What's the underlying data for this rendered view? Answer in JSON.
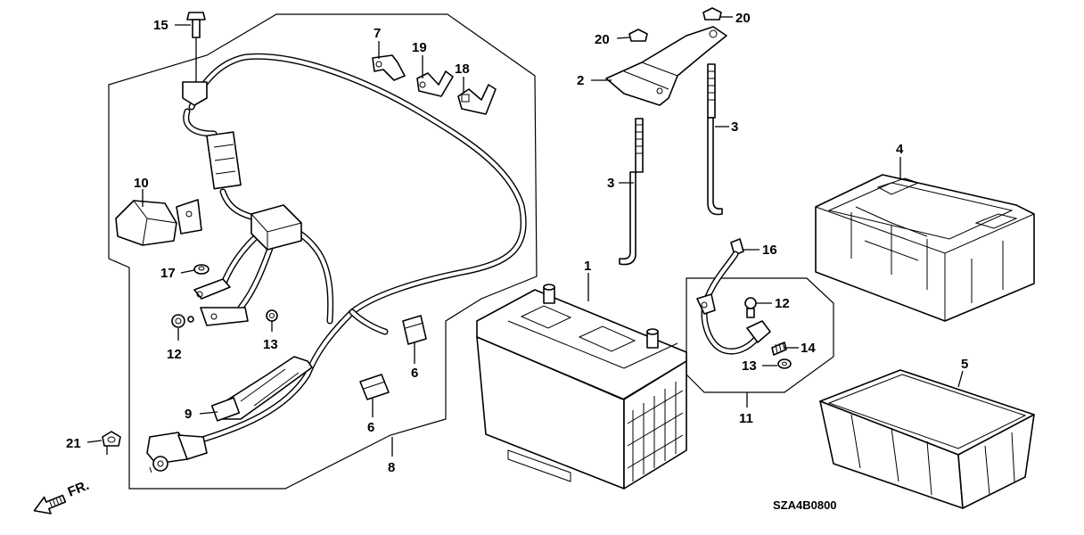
{
  "diagram": {
    "callouts": {
      "p1": "1",
      "p2": "2",
      "p3a": "3",
      "p3b": "3",
      "p4": "4",
      "p5": "5",
      "p6a": "6",
      "p6b": "6",
      "p7": "7",
      "p8": "8",
      "p9": "9",
      "p10": "10",
      "p11": "11",
      "p12a": "12",
      "p12b": "12",
      "p13a": "13",
      "p13b": "13",
      "p14": "14",
      "p15": "15",
      "p16": "16",
      "p17": "17",
      "p18": "18",
      "p19": "19",
      "p20a": "20",
      "p20b": "20",
      "p21": "21"
    },
    "direction_label": "FR.",
    "diagram_code": "SZA4B0800"
  }
}
